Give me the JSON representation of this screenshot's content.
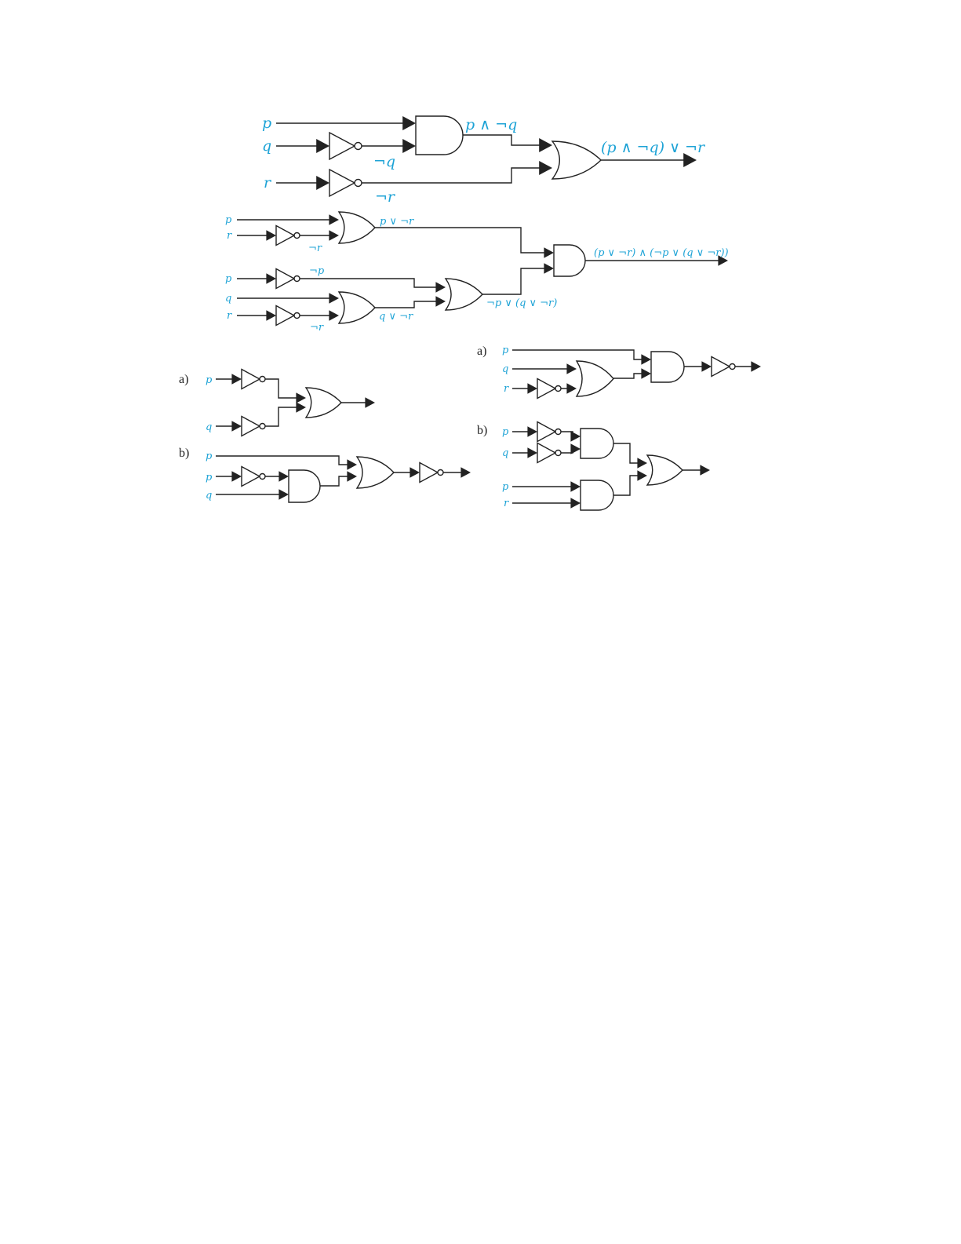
{
  "colors": {
    "label": "#1ea3d6",
    "wire": "#222222"
  },
  "circuit1": {
    "inputs": [
      "p",
      "q",
      "r"
    ],
    "not_q": "¬q",
    "not_r": "¬r",
    "and_out": "p ∧ ¬q",
    "output": "(p ∧ ¬q) ∨ ¬r"
  },
  "circuit2": {
    "inputs": [
      "p",
      "r",
      "p",
      "q",
      "r"
    ],
    "not_r1": "¬r",
    "not_p": "¬p",
    "not_r2": "¬r",
    "or1_out": "p ∨ ¬r",
    "or3_out": "q ∨ ¬r",
    "or2_out": "¬p ∨ (q ∨ ¬r)",
    "output": "(p ∨ ¬r) ∧ (¬p ∨ (q ∨ ¬r))"
  },
  "left_exercises": {
    "a": {
      "label": "a)",
      "inputs": [
        "p",
        "q"
      ]
    },
    "b": {
      "label": "b)",
      "inputs": [
        "p",
        "p",
        "q"
      ]
    }
  },
  "right_exercises": {
    "a": {
      "label": "a)",
      "inputs": [
        "p",
        "q",
        "r"
      ]
    },
    "b": {
      "label": "b)",
      "inputs": [
        "p",
        "q",
        "p",
        "r"
      ]
    }
  }
}
